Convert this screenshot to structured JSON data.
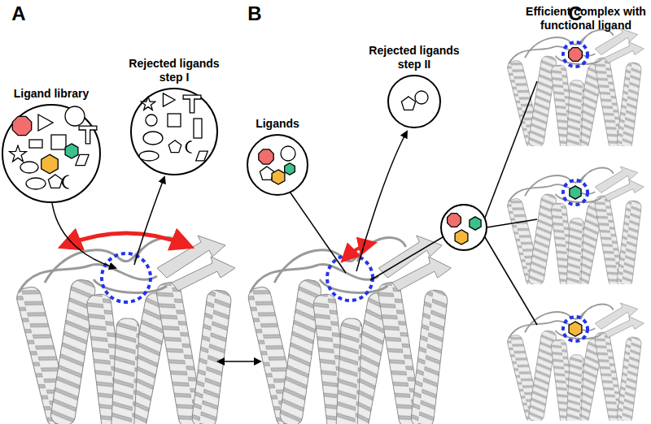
{
  "diagram": {
    "nodes": [
      {
        "text": [
          "Ligand library"
        ]
      },
      {
        "text": [
          "Rejected ligands step I"
        ]
      },
      {
        "text": [
          "Ligands"
        ]
      },
      {
        "text": [
          "Rejected ligands step II"
        ]
      }
    ],
    "labels": [
      "A",
      "B",
      "C",
      "Efficient complex with functional ligand"
    ]
  }
}
